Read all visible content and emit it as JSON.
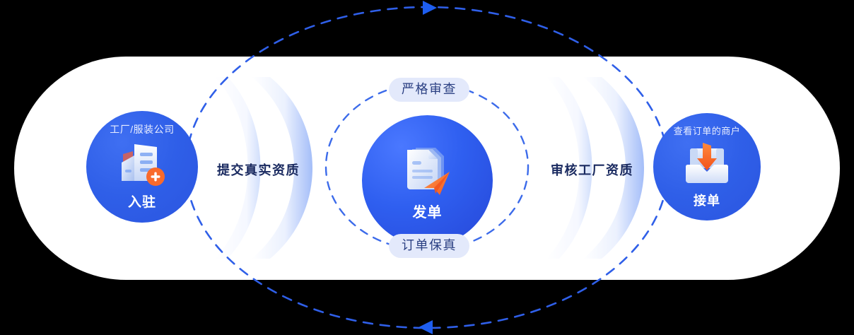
{
  "diagram": {
    "title": "factory-order-flow",
    "accent_blue": "#2f5fe8",
    "accent_orange": "#f96a2b",
    "badge_bg": "#e3e9fb",
    "label_navy": "#1a2a60",
    "panel_bg": "#ffffff",
    "canvas_bg": "#000000"
  },
  "nodes": [
    {
      "id": "entry",
      "subtitle": "工厂/服装公司",
      "title": "入驻",
      "icon": "building-plus-icon"
    },
    {
      "id": "publish",
      "subtitle": "",
      "title": "发单",
      "icon": "document-send-icon"
    },
    {
      "id": "accept",
      "subtitle": "查看订单的商户",
      "title": "接单",
      "icon": "inbox-download-icon"
    }
  ],
  "connectors": [
    {
      "id": "step-1",
      "label": "提交真实资质",
      "icon": "chevron-right-icon"
    },
    {
      "id": "step-2",
      "label": "审核工厂资质",
      "icon": "chevron-right-icon"
    }
  ],
  "badges": [
    {
      "id": "badge-top",
      "label": "严格审查"
    },
    {
      "id": "badge-bottom",
      "label": "订单保真"
    }
  ],
  "flow_arrows": [
    {
      "id": "outer-top-arrow",
      "direction": "right",
      "icon": "triangle-right-icon"
    },
    {
      "id": "outer-bottom-arrow",
      "direction": "left",
      "icon": "triangle-left-icon"
    }
  ]
}
